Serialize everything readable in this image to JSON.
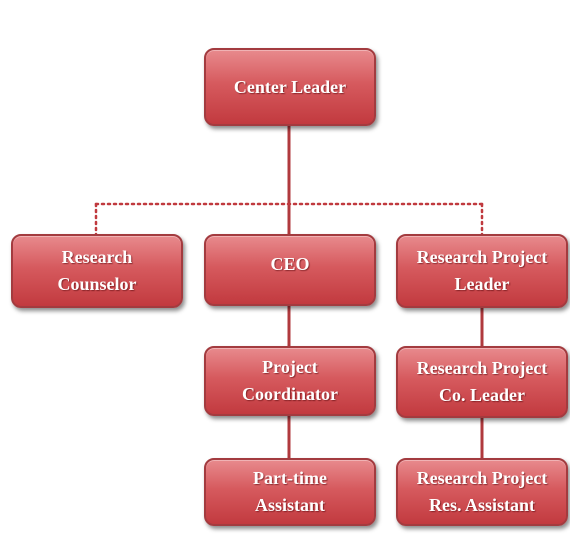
{
  "diagram": {
    "nodes": {
      "center_leader": {
        "label": "Center Leader"
      },
      "research_counselor": {
        "label": "Research\nCounselor"
      },
      "ceo": {
        "label": "CEO"
      },
      "research_project_leader": {
        "label": "Research Project\nLeader"
      },
      "project_coordinator": {
        "label": "Project\nCoordinator"
      },
      "research_project_co_leader": {
        "label": "Research Project\nCo. Leader"
      },
      "part_time_assistant": {
        "label": "Part-time\nAssistant"
      },
      "research_project_res_assistant": {
        "label": "Research Project\nRes. Assistant"
      }
    },
    "colors": {
      "box_fill": "#d65a5e",
      "box_border": "#a33b3f",
      "connector": "#b0393d",
      "text": "#ffffff"
    }
  }
}
